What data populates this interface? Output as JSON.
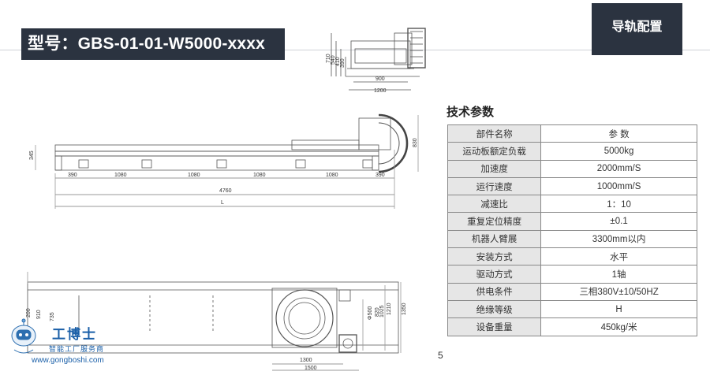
{
  "header": {
    "model_label": "型号：GBS-01-01-W5000-xxxx",
    "config_label": "导轨配置"
  },
  "specs": {
    "heading": "技术参数",
    "col_name": "部件名称",
    "col_value": "参  数",
    "rows": [
      {
        "name": "运动板额定负载",
        "value": "5000kg"
      },
      {
        "name": "加速度",
        "value": "2000mm/S"
      },
      {
        "name": "运行速度",
        "value": "1000mm/S"
      },
      {
        "name": "减速比",
        "value": "1：10"
      },
      {
        "name": "重复定位精度",
        "value": "±0.1"
      },
      {
        "name": "机器人臂展",
        "value": "3300mm以内"
      },
      {
        "name": "安装方式",
        "value": "水平"
      },
      {
        "name": "驱动方式",
        "value": "1轴"
      },
      {
        "name": "供电条件",
        "value": "三相380V±10/50HZ"
      },
      {
        "name": "绝缘等级",
        "value": "H"
      },
      {
        "name": "设备重量",
        "value": "450kg/米"
      }
    ]
  },
  "drawing": {
    "front_dims": [
      "390",
      "1080",
      "1080",
      "1080",
      "1080",
      "390"
    ],
    "total_length": "4760",
    "length_symbol": "L",
    "height_left": "345",
    "height_right": "830",
    "end_width_inner": "900",
    "end_width_outer": "1200",
    "end_heights": [
      "710",
      "540",
      "410",
      "390"
    ],
    "plan_width_inner": "1300",
    "plan_width_outer": "1500",
    "plan_heights_right": [
      "Φ500",
      "820",
      "1025",
      "1210",
      "1350"
    ],
    "plan_heights_left": [
      "200",
      "910",
      "735"
    ]
  },
  "page_number": "5",
  "logo": {
    "name": "工博士",
    "tagline": "智能工厂服务商",
    "url": "www.gongboshi.com"
  }
}
